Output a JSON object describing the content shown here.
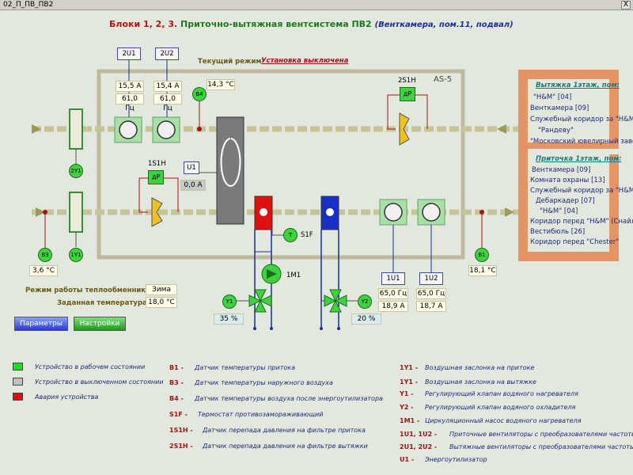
{
  "window": {
    "title": "02_П_ПВ_ПВ2",
    "close": "X"
  },
  "header": {
    "blocks": "Блоки 1, 2, 3.",
    "system": "Приточно-вытяжная вентсистема ПВ2",
    "location": "(Венткамера, пом.11, подвал)"
  },
  "mode": {
    "label": "Текущий режим",
    "value": "Установка выключена"
  },
  "as_label": "AS-5",
  "exhaust_fans": [
    {
      "id": "2U1",
      "current": "15,5 А",
      "freq": "61,0 Гц"
    },
    {
      "id": "2U2",
      "current": "15,4 А",
      "freq": "61,0 Гц"
    }
  ],
  "supply_fans": [
    {
      "id": "1U1",
      "freq": "65,0 Гц",
      "current": "18,9 А"
    },
    {
      "id": "1U2",
      "freq": "65,0 Гц",
      "current": "18,7 А"
    }
  ],
  "sensors": {
    "b4": {
      "id": "B4",
      "value": "14,3 °C"
    },
    "b3": {
      "id": "B3",
      "value": "3,6 °C"
    },
    "b1": {
      "id": "B1",
      "value": "18,1 °C"
    },
    "y1": {
      "id": "Y1",
      "value": "35 %"
    },
    "y2": {
      "id": "Y2",
      "value": "20 %"
    },
    "t": "T",
    "s1f": "S1F",
    "m1": "1M1",
    "2y1": "2Y1",
    "1y1": "1Y1"
  },
  "recuperator": {
    "id": "U1",
    "value": "0,0 А"
  },
  "filters": {
    "supply": "1S1H",
    "exhaust": "2S1H",
    "dp": "дР"
  },
  "exchanger": {
    "mode_label": "Режим работы теплообменника:",
    "mode_value": "Зима",
    "temp_label": "Заданная температура:",
    "temp_value": "18,0 °C"
  },
  "buttons": {
    "params": "Параметры",
    "settings": "Настройки"
  },
  "exhaust_list": {
    "title": "Вытяжка 1этаж, пом:",
    "items": [
      "\"H&M\" [04]",
      "Венткамера [09]",
      "Служебный коридор за \"H&M\"",
      "\"Рандеву\"",
      "\"Московский ювелирный завод\""
    ]
  },
  "supply_list": {
    "title": "Приточка 1этаж, пом:",
    "items": [
      "Венткамера [09]",
      "Комната охраны [13]",
      "Служебный коридор за \"H&M\"",
      "Дебаркадер [07]",
      "\"H&M\" [04]",
      "Коридор перед \"H&M\" (Снайлик)",
      "Вестибюль [26]",
      "Коридор перед \"Chester\""
    ]
  },
  "legend_states": [
    {
      "text": "Устройство в рабочем состоянии",
      "color": "#19e019"
    },
    {
      "text": "Устройство в выключенном состоянии",
      "color": "#c0c0c0"
    },
    {
      "text": "Авария устройства",
      "color": "#e01010"
    }
  ],
  "legend_sensors": [
    {
      "key": "B1 -",
      "text": "Датчик температуры притока"
    },
    {
      "key": "B3 -",
      "text": "Датчик температуры наружного воздуха"
    },
    {
      "key": "B4 -",
      "text": "Датчик температуры воздуха после энергоутилизатора"
    },
    {
      "key": "S1F -",
      "text": "Термостат противозамораживающий"
    },
    {
      "key": "1S1H -",
      "text": "Датчик перепада давления на фильтре притока"
    },
    {
      "key": "2S1H -",
      "text": "Датчик перепада давления на фильтре вытяжки"
    }
  ],
  "legend_devices": [
    {
      "key": "1Y1 -",
      "text": "Воздушная заслонка на притоке"
    },
    {
      "key": "1Y1 -",
      "text": "Воздушная заслонка на вытяжке"
    },
    {
      "key": "Y1 -",
      "text": "Регулирующий клапан водяного нагревателя"
    },
    {
      "key": "Y2 -",
      "text": "Регулирующий клапан водяного охладителя"
    },
    {
      "key": "1M1 -",
      "text": "Циркуляционный насос водяного нагревателя"
    },
    {
      "key": "1U1, 1U2 -",
      "text": "Приточные вентиляторы с преобразователями частоты"
    },
    {
      "key": "2U1, 2U2 -",
      "text": "Вытяжные вентиляторы с преобразователями частоты"
    },
    {
      "key": "U1 -",
      "text": "Энергоутилизатор"
    }
  ],
  "colors": {
    "ok": "#19e019",
    "off": "#c0c0c0",
    "alarm": "#e01010",
    "duct": "#c8c49a",
    "wall": "#e59565"
  }
}
